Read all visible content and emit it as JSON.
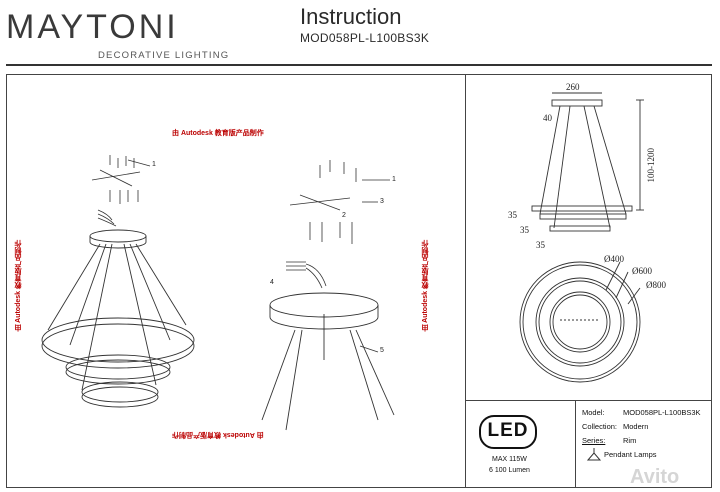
{
  "header": {
    "brand": "MAYTONI",
    "tagline": "DECORATIVE LIGHTING",
    "title": "Instruction",
    "model": "MOD058PL-L100BS3K"
  },
  "drawing": {
    "autodesk_note": "由 Autodesk 教育版产品制作",
    "part_numbers": [
      "1",
      "2",
      "3",
      "4",
      "5"
    ],
    "dimensions": {
      "canopy_width": "260",
      "canopy_height": "40",
      "suspension_range": "100-1200",
      "ring_height_top": "35",
      "ring_height_mid": "35",
      "ring_height_bottom": "35",
      "diameter_small": "Ø400",
      "diameter_mid": "Ø600",
      "diameter_large": "Ø800"
    }
  },
  "spec": {
    "led_logo": "LED",
    "power": "MAX 115W",
    "lumen": "6 100 Lumen",
    "rows": [
      {
        "label": "Model:",
        "value": "MOD058PL-L100BS3K"
      },
      {
        "label": "Collection:",
        "value": "Modern"
      },
      {
        "label": "Series:",
        "value": "Rim"
      }
    ],
    "category": "Pendant Lamps"
  },
  "watermark": "Avito"
}
